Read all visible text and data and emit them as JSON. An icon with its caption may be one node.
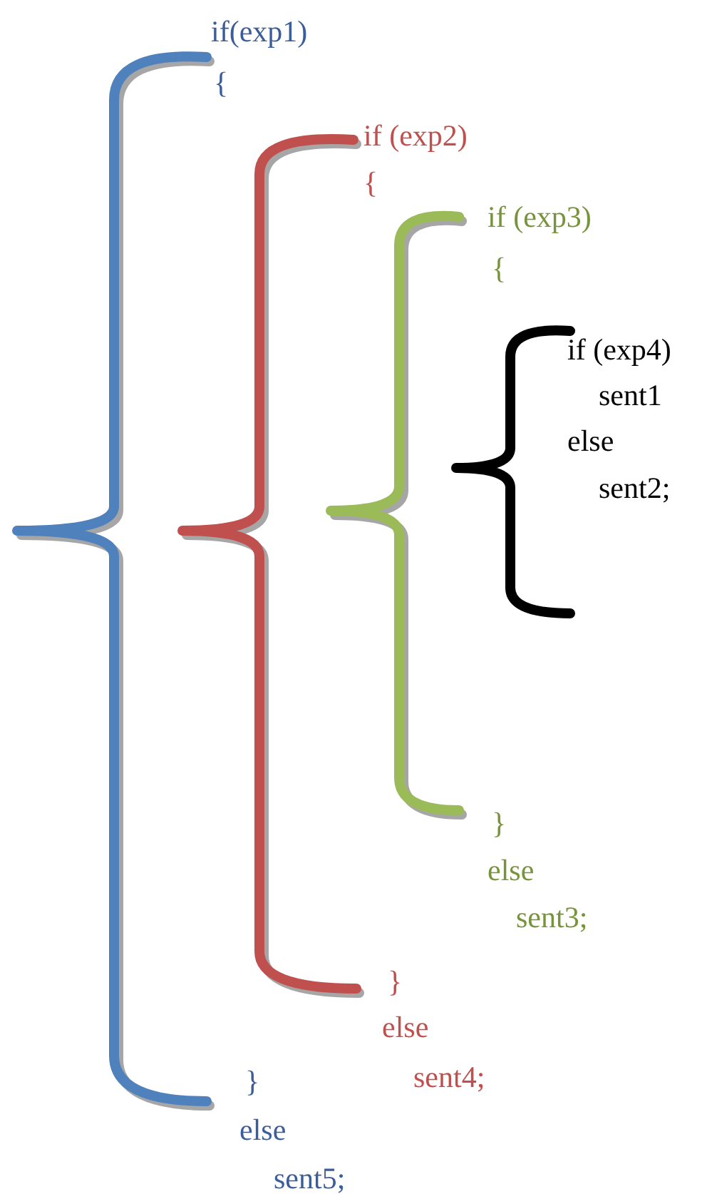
{
  "diagram": {
    "labels": [
      "if(exp1)",
      "{",
      "if (exp2)",
      "{",
      "if (exp3)",
      "{",
      "if (exp4)",
      "sent1",
      "else",
      "sent2;",
      "}",
      "else",
      "sent3;",
      "}",
      "else",
      "sent4;",
      "}",
      "else",
      "sent5;"
    ]
  }
}
